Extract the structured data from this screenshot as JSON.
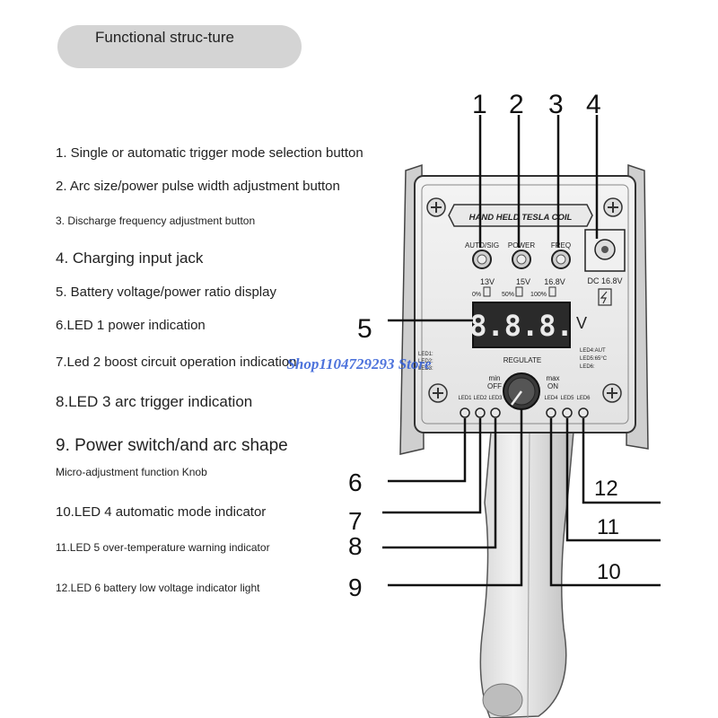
{
  "header": {
    "title": "Functional struc-ture"
  },
  "features": [
    "1. Single or automatic trigger mode selection button",
    "2. Arc size/power pulse width adjustment button",
    "3. Discharge frequency adjustment button",
    "4. Charging input jack",
    "5. Battery voltage/power ratio display",
    "6.LED 1 power indication",
    "7.Led 2 boost circuit operation indication",
    "8.LED 3 arc trigger indication",
    "9. Power switch/and arc shape",
    "Micro-adjustment function Knob",
    "10.LED 4 automatic mode indicator",
    "11.LED 5 over-temperature warning indicator",
    "12.LED 6 battery low voltage indicator light"
  ],
  "device": {
    "brand_label": "HAND HELD TESLA COIL",
    "buttons": [
      "AUTO/SIG",
      "POWER",
      "FREQ"
    ],
    "jack_label": "DC 16.8V",
    "voltages": [
      "13V",
      "15V",
      "16.8V"
    ],
    "percents": [
      "0%",
      "50%",
      "100%"
    ],
    "display_digits": "8.8.8.",
    "display_unit": "V",
    "regulate_label": "REGULATE",
    "min_label": "min",
    "off_label": "OFF",
    "max_label": "max",
    "on_label": "ON",
    "led_labels": [
      "LED1",
      "LED2",
      "LED3",
      "LED4",
      "LED5",
      "LED6"
    ],
    "left_legend": [
      "LED1:",
      "LED2:",
      "LED3:"
    ],
    "right_legend": [
      "LED4:AUT",
      "LED5:65°C",
      "LED6:"
    ]
  },
  "callouts": {
    "top": [
      "1",
      "2",
      "3",
      "4"
    ],
    "display": "5",
    "left": [
      "6",
      "7",
      "8",
      "9"
    ],
    "right": [
      "12",
      "11",
      "10"
    ]
  },
  "watermark": "Shop1104729293 Store"
}
